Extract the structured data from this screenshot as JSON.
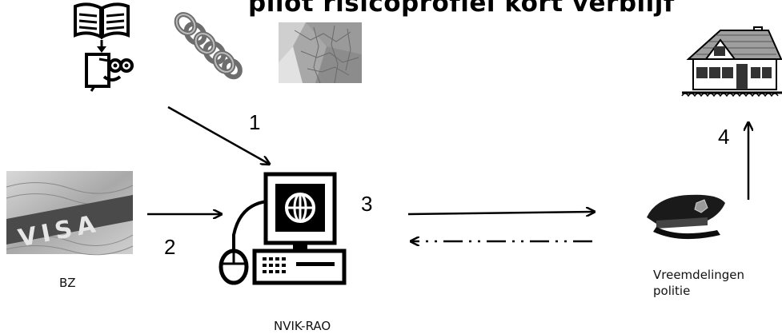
{
  "title": "pilot risicoprofiel kort verblijf",
  "steps": {
    "step1": "1",
    "step2": "2",
    "step3": "3",
    "step4": "4"
  },
  "labels": {
    "bz": "BZ",
    "nvik": "NVIK-RAO",
    "police_line1": "Vreemdelingen",
    "police_line2": "politie"
  },
  "visa_text": "VISA",
  "icons": {
    "book_reader": "book-reader-icon",
    "chain": "chain-links-icon",
    "map": "map-icon",
    "house": "house-icon",
    "visa": "visa-document-icon",
    "computer": "computer-workstation-icon",
    "police_cap": "police-cap-icon"
  },
  "colors": {
    "ink": "#000000",
    "gray_dark": "#4d4d4d",
    "gray_light": "#bfbfbf"
  }
}
